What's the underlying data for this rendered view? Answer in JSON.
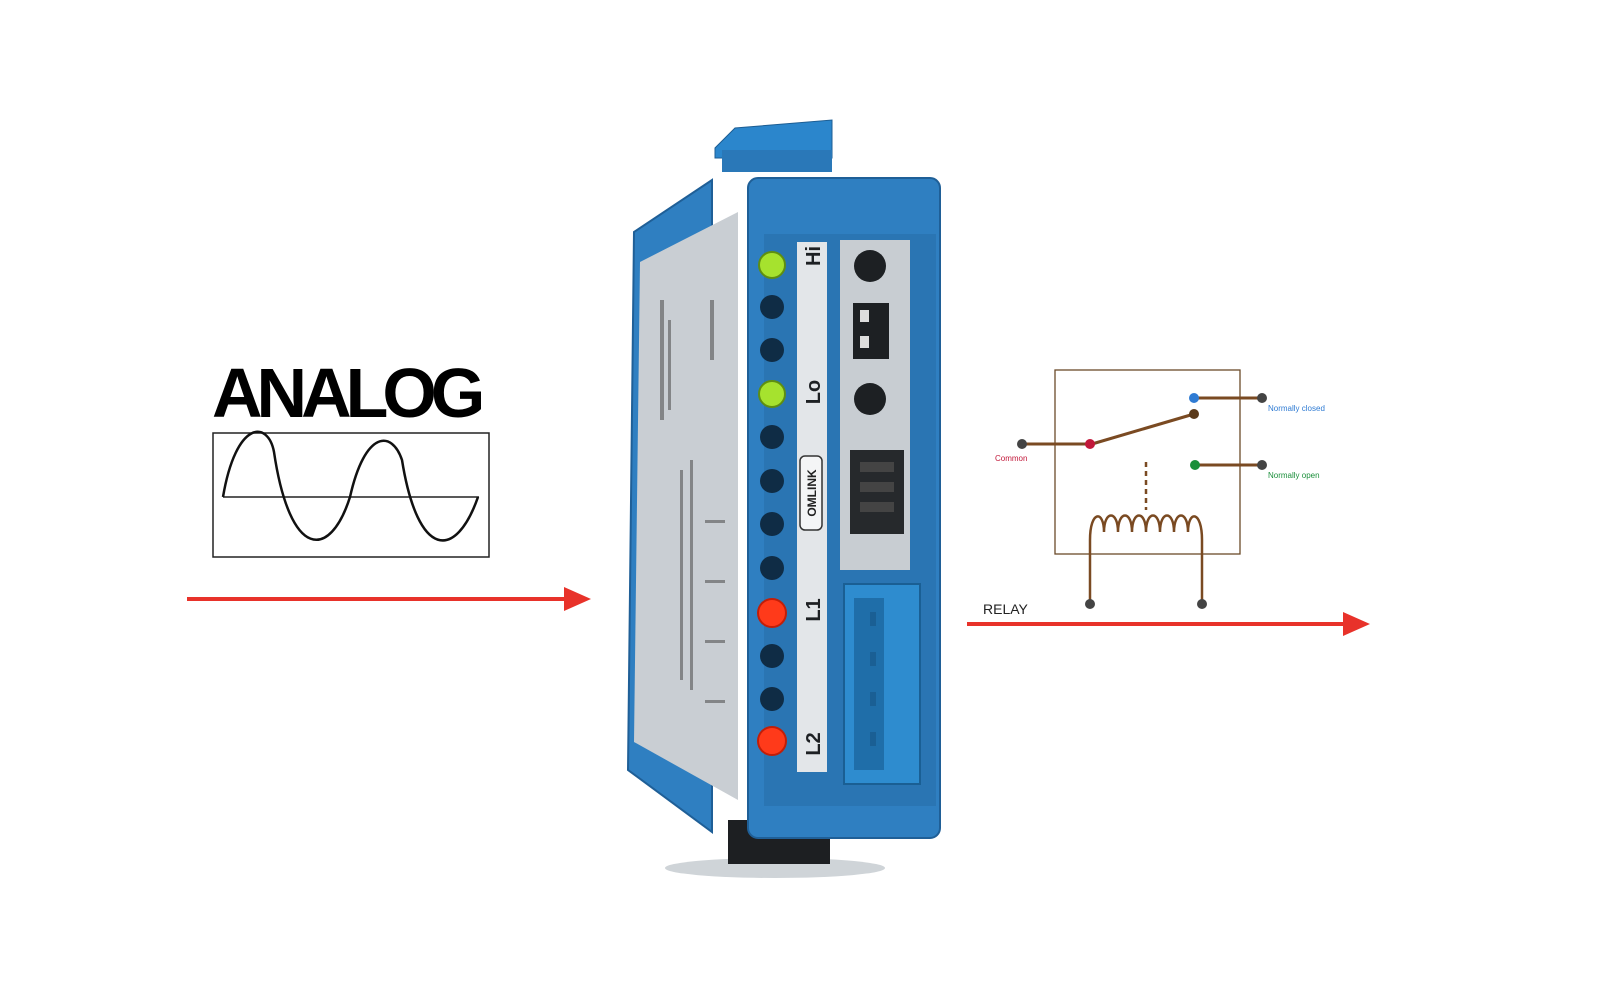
{
  "analog": {
    "title": "ANALOG",
    "icon": "sine-wave-icon"
  },
  "device": {
    "led_labels": [
      "Hi",
      "Lo",
      "L1",
      "L2"
    ],
    "brand_badge": "OMLINK",
    "colors": {
      "body": "#2f7fc1",
      "body_dark": "#1f5f97",
      "face_panel": "#d9dde2",
      "led_green": "#a6e22e",
      "led_red": "#ff3a1a"
    }
  },
  "relay": {
    "label": "RELAY",
    "common_label": "Common",
    "normally_closed_label": "Normally closed",
    "normally_open_label": "Normally open",
    "colors": {
      "wire": "#7a4a22",
      "common": "#c2183a",
      "normally_closed": "#2f7bd3",
      "normally_open": "#1a8f3a",
      "terminal": "#444444"
    }
  },
  "arrows": {
    "color": "#e8322a"
  }
}
